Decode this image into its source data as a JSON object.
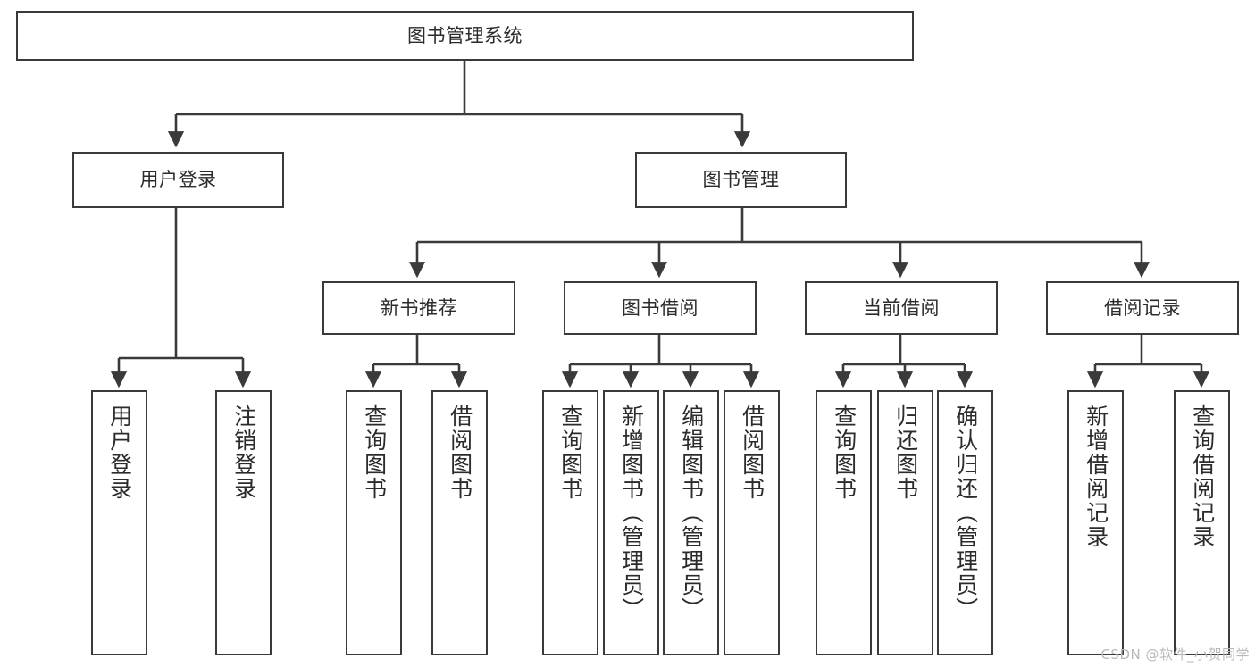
{
  "diagram": {
    "title": "图书管理系统",
    "type": "tree-hierarchy",
    "stroke_color": "#3a3a3a",
    "fill_color": "#ffffff",
    "text_color": "#2b2b2b",
    "background": "#ffffff"
  },
  "nodes": {
    "root": {
      "label": "图书管理系统"
    },
    "level2": [
      {
        "label": "用户登录"
      },
      {
        "label": "图书管理"
      }
    ],
    "level3": [
      {
        "label": "新书推荐"
      },
      {
        "label": "图书借阅"
      },
      {
        "label": "当前借阅"
      },
      {
        "label": "借阅记录"
      }
    ],
    "leaves_user_login": [
      {
        "label": "用户登录"
      },
      {
        "label": "注销登录"
      }
    ],
    "leaves_new_book": [
      {
        "label": "查询图书"
      },
      {
        "label": "借阅图书"
      }
    ],
    "leaves_borrow": [
      {
        "label": "查询图书"
      },
      {
        "label": "新增图书（管理员）"
      },
      {
        "label": "编辑图书（管理员）"
      },
      {
        "label": "借阅图书"
      }
    ],
    "leaves_current": [
      {
        "label": "查询图书"
      },
      {
        "label": "归还图书"
      },
      {
        "label": "确认归还（管理员）"
      }
    ],
    "leaves_record": [
      {
        "label": "新增借阅记录"
      },
      {
        "label": "查询借阅记录"
      }
    ]
  },
  "watermark": {
    "text": "CSDN @软件_小贺同学"
  }
}
